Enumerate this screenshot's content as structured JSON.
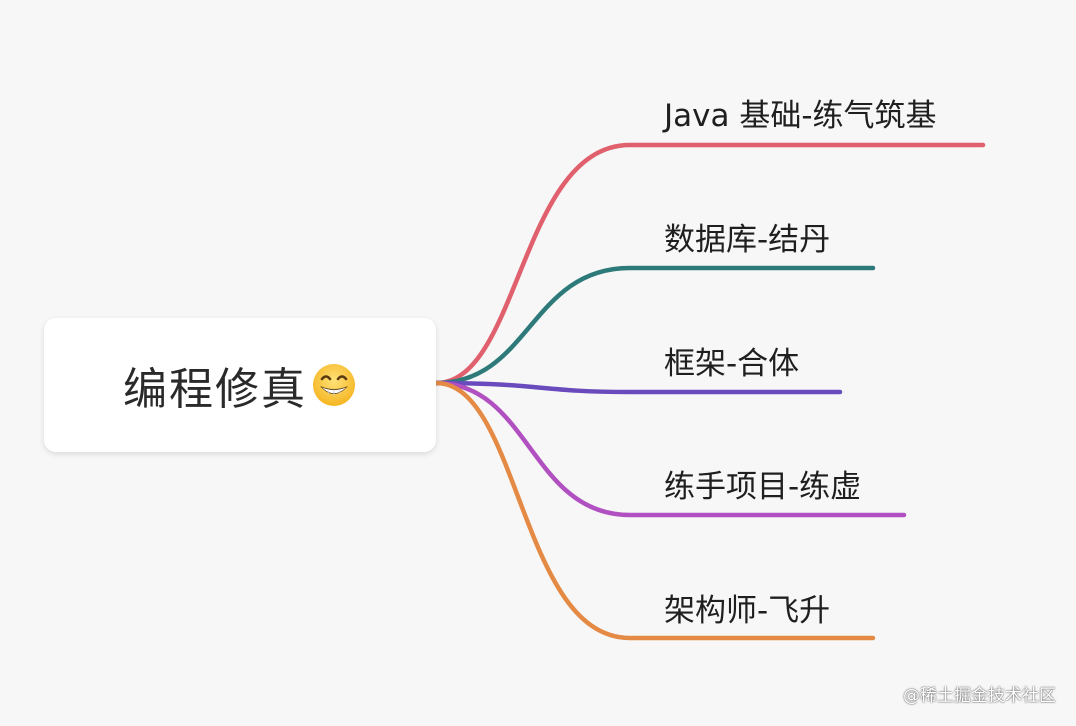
{
  "root": {
    "title": "编程修真"
  },
  "branches": [
    {
      "label": "Java 基础-练气筑基",
      "color": "#e0606e"
    },
    {
      "label": "数据库-结丹",
      "color": "#2e7a7a"
    },
    {
      "label": "框架-合体",
      "color": "#6a4bbd"
    },
    {
      "label": "练手项目-练虚",
      "color": "#b150c0"
    },
    {
      "label": "架构师-飞升",
      "color": "#e48a45"
    }
  ],
  "watermark": {
    "text": "@稀土掘金技术社区"
  },
  "emoji_icon": "grinning-face-with-smiling-eyes-icon"
}
